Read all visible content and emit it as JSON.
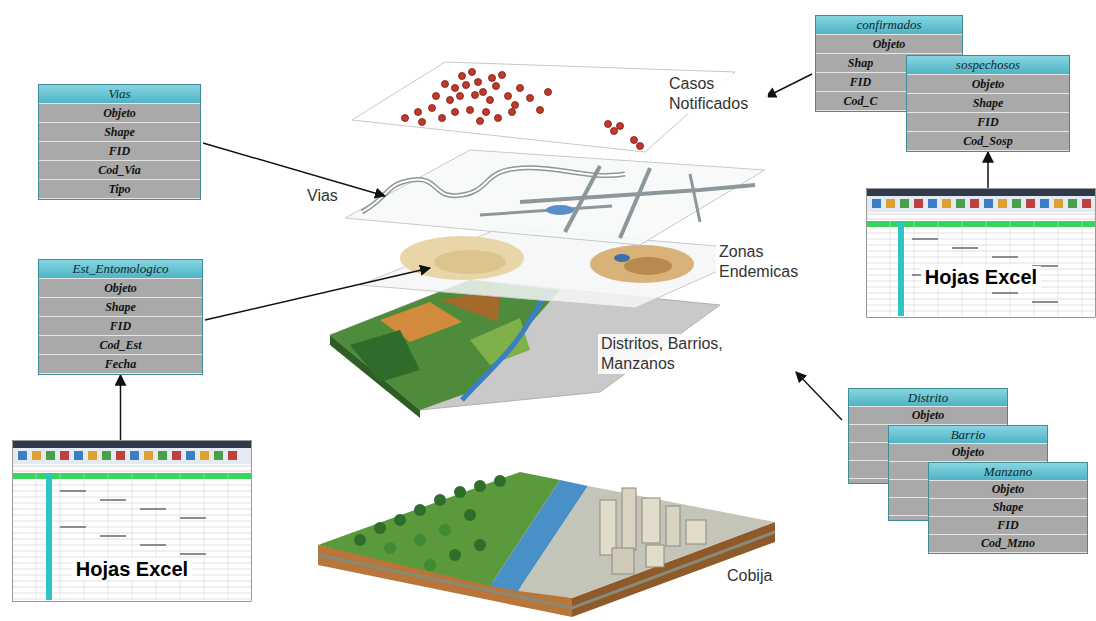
{
  "diagram": {
    "nodes": [
      {
        "text": [
          "confirmados",
          "Objeto",
          "Shap",
          "FID",
          "Cod_C"
        ]
      },
      {
        "text": [
          "sospechosos",
          "Objeto",
          "Shape",
          "FID",
          "Cod_Sosp"
        ]
      },
      {
        "text": [
          "Vias",
          "Objeto",
          "Shape",
          "FID",
          "Cod_Via",
          "Tipo"
        ]
      },
      {
        "text": [
          "Hojas Excel"
        ]
      },
      {
        "text": [
          "Est_Entomologico",
          "Objeto",
          "Shape",
          "FID",
          "Cod_Est",
          "Fecha"
        ]
      },
      {
        "text": [
          "Distrito",
          "Objeto"
        ]
      },
      {
        "text": [
          "Barrio",
          "Objeto"
        ]
      },
      {
        "text": [
          "Manzano",
          "Objeto",
          "Shape",
          "FID",
          "Cod_Mzno"
        ]
      },
      {
        "text": [
          "Hojas Excel"
        ]
      }
    ],
    "edges": [
      {
        "from": 3,
        "to": 1,
        "arrow": "to"
      },
      {
        "from": 8,
        "to": 4,
        "arrow": "to"
      }
    ],
    "labels": [
      "Casos Notificados",
      "Vias",
      "Zonas Endemicas",
      "Distritos, Barrios, Manzanos",
      "Cobija"
    ]
  }
}
